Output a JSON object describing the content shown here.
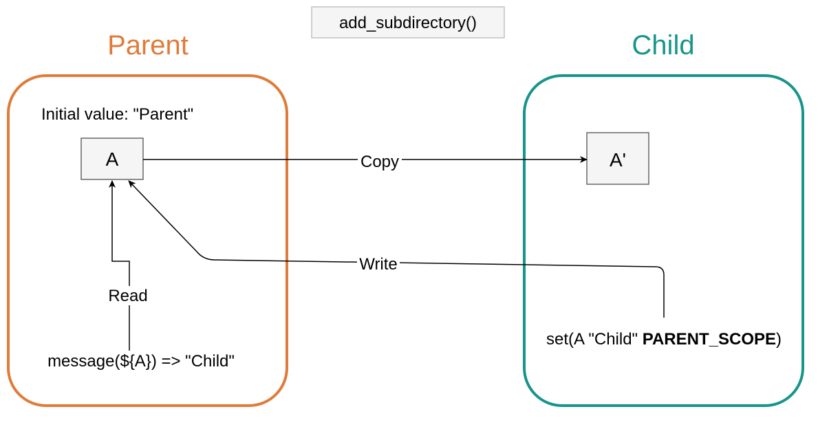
{
  "title": "add_subdirectory()",
  "parent": {
    "heading": "Parent",
    "initial_value": "Initial value: \"Parent\"",
    "variable": "A",
    "message": "message(${A})  =>  \"Child\""
  },
  "child": {
    "heading": "Child",
    "variable": "A'",
    "set_prefix": "set(A \"Child\" ",
    "set_keyword": "PARENT_SCOPE",
    "set_suffix": ")"
  },
  "edges": {
    "copy": "Copy",
    "write": "Write",
    "read": "Read"
  },
  "colors": {
    "parent": "#E07B39",
    "child": "#17958A",
    "node_fill": "#F5F5F5",
    "node_stroke": "#666666",
    "title_stroke": "#C0C0C0"
  }
}
